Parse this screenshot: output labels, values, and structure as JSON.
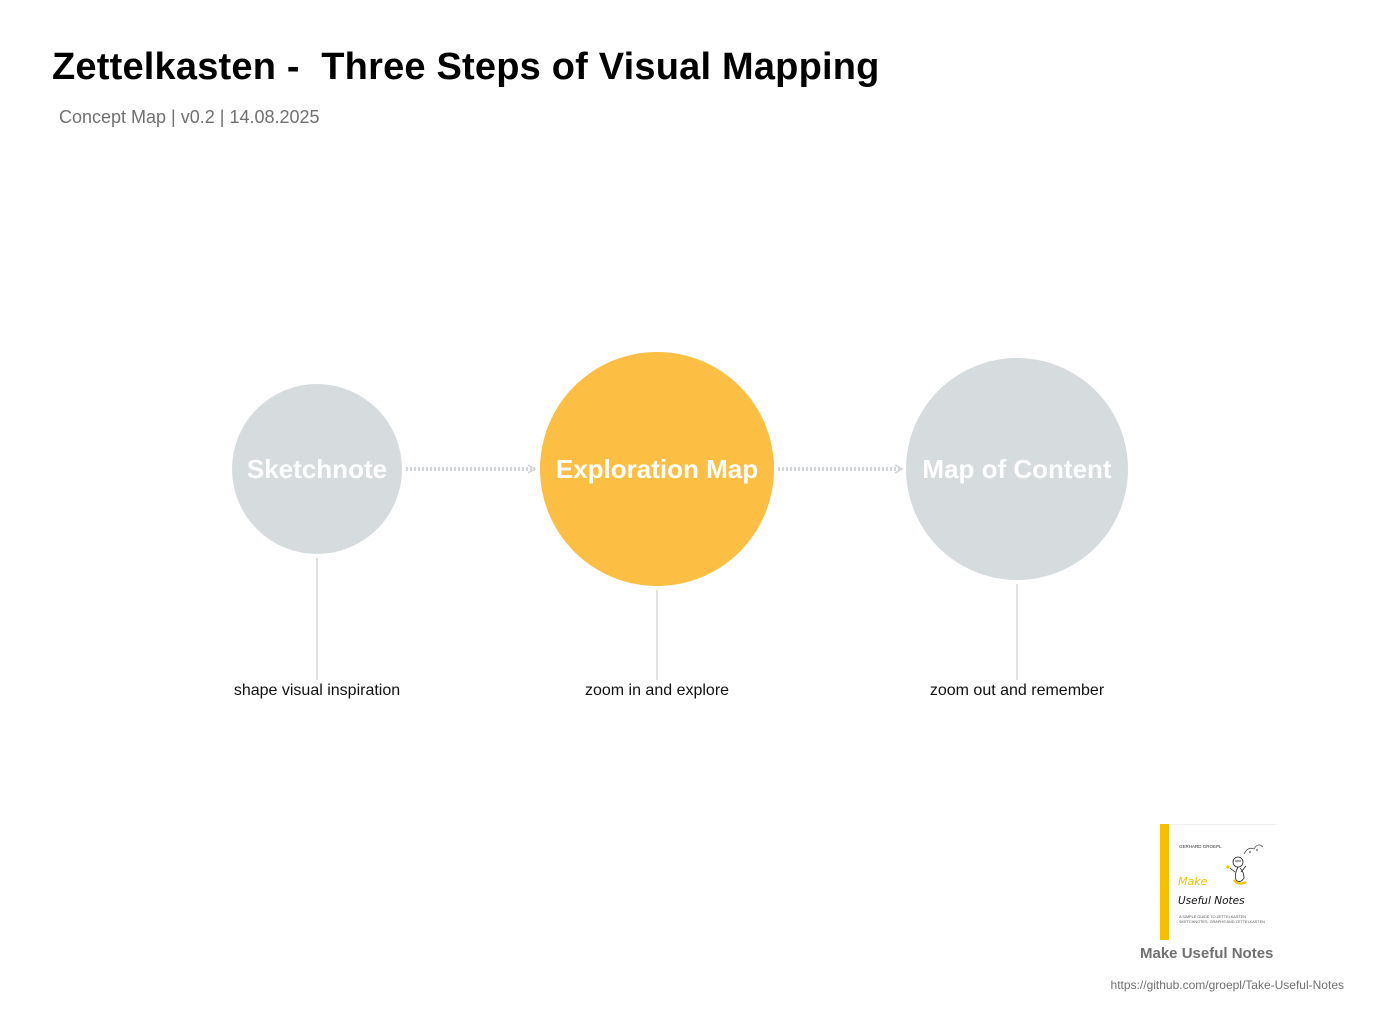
{
  "header": {
    "title": "Zettelkasten -  Three Steps of Visual Mapping",
    "subtitle": "Concept Map | v0.2 | 14.08.2025"
  },
  "colors": {
    "node_default": "#d6dbdd",
    "node_highlight": "#fcbf44",
    "edge": "#d3d7d9",
    "book_accent": "#f5c000"
  },
  "diagram": {
    "nodes": [
      {
        "id": "sketchnote",
        "label": "Sketchnote",
        "description": "shape visual inspiration",
        "highlight": false
      },
      {
        "id": "exploration-map",
        "label": "Exploration Map",
        "description": "zoom in and explore",
        "highlight": true
      },
      {
        "id": "map-of-content",
        "label": "Map of Content",
        "description": "zoom out and remember",
        "highlight": false
      }
    ],
    "edges": [
      {
        "from": "sketchnote",
        "to": "exploration-map",
        "style": "dotted-arrow"
      },
      {
        "from": "exploration-map",
        "to": "map-of-content",
        "style": "dotted-arrow"
      }
    ]
  },
  "footer": {
    "book": {
      "author": "Gerhard Groepl",
      "title_make": "Make",
      "title_rest": "Useful Notes",
      "tagline": "A Simple Guide to Zettelkasten",
      "icon": "thinking-figure-icon"
    },
    "caption": "Make Useful Notes",
    "url": "https://github.com/groepl/Take-Useful-Notes"
  }
}
